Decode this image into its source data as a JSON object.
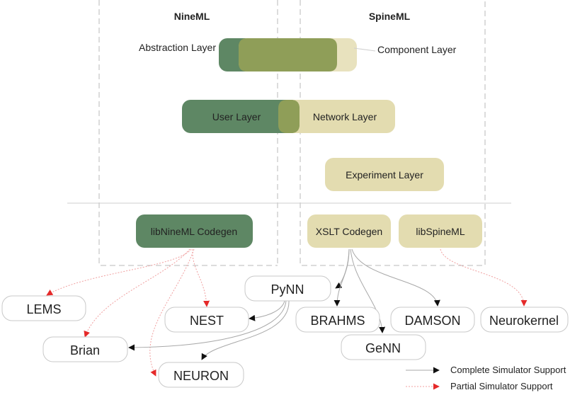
{
  "headers": {
    "nineml": "NineML",
    "spineml": "SpineML"
  },
  "layers": {
    "abstraction": "Abstraction Layer",
    "component": "Component Layer",
    "user": "User Layer",
    "network": "Network Layer",
    "experiment": "Experiment Layer"
  },
  "tools": {
    "libnineml": "libNineML Codegen",
    "xslt": "XSLT Codegen",
    "libspineml": "libSpineML"
  },
  "simulators": {
    "lems": "LEMS",
    "pynn": "PyNN",
    "nest": "NEST",
    "brahms": "BRAHMS",
    "damson": "DAMSON",
    "neurokernel": "Neurokernel",
    "brian": "Brian",
    "genn": "GeNN",
    "neuron": "NEURON"
  },
  "legend": {
    "complete": "Complete Simulator Support",
    "partial": "Partial Simulator Support"
  },
  "colors": {
    "green": "#5e8764",
    "olive": "#8f9e58",
    "tan": "#e3dcb0",
    "arrow_black": "#111111",
    "arrow_red": "#e52a2a"
  }
}
